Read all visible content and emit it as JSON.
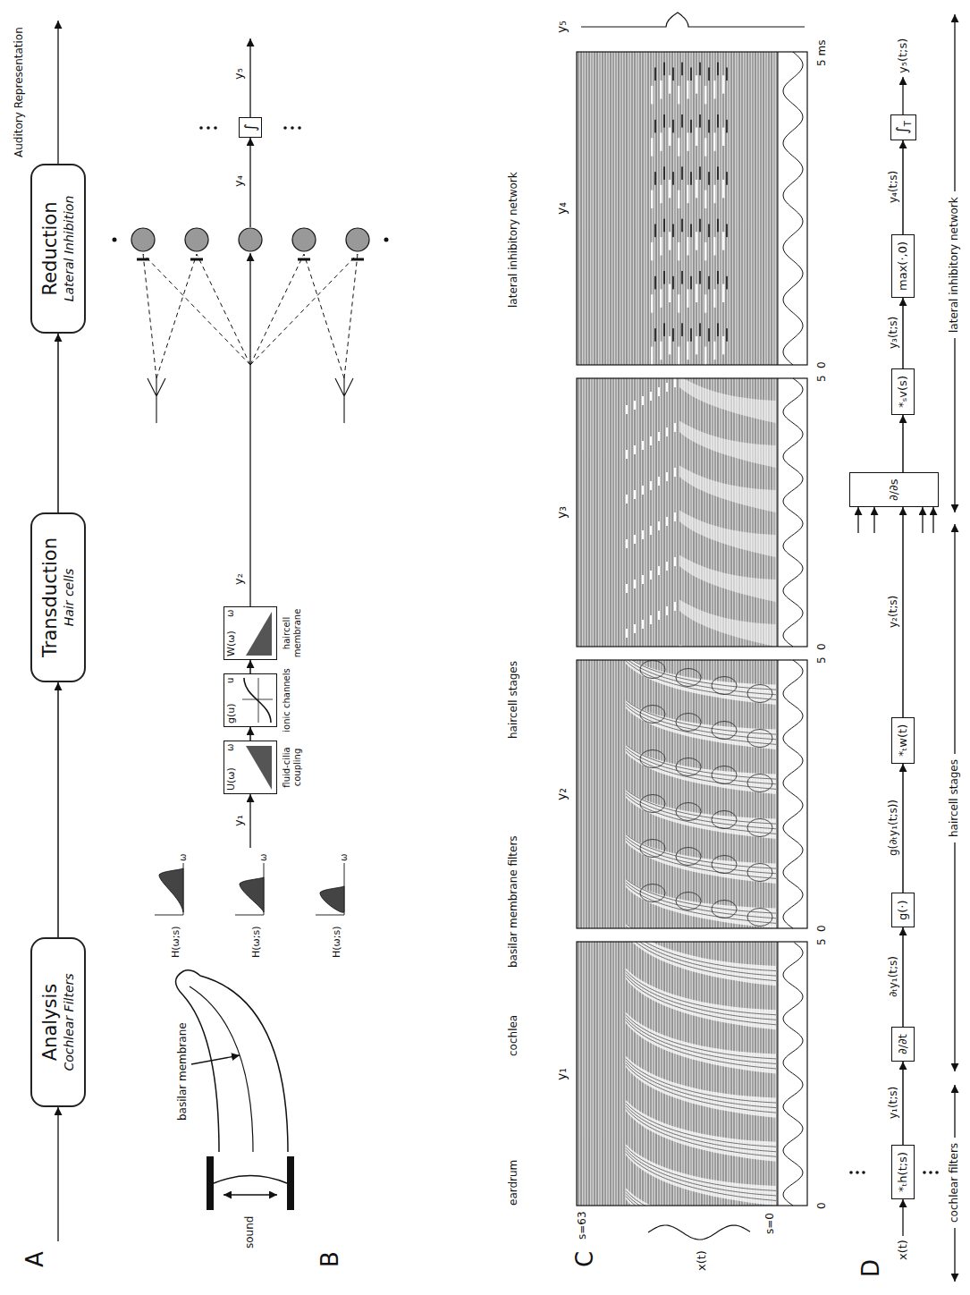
{
  "diagram": {
    "nodes": [
      {
        "text": [
          "Analysis",
          "Cochlear Filters"
        ]
      },
      {
        "text": [
          "Transduction",
          "Hair cells"
        ]
      },
      {
        "text": [
          "Reduction",
          "Lateral Inhibition"
        ]
      },
      {
        "text": [
          "U(ω)",
          "fluid-cilia coupling"
        ]
      },
      {
        "text": [
          "g(u)",
          "ionic channels"
        ]
      },
      {
        "text": [
          "W(ω)",
          "haircell membrane"
        ]
      },
      {
        "text": [
          "∫"
        ]
      },
      {
        "text": [
          "*ₜh(t;s)"
        ]
      },
      {
        "text": [
          "∂/∂t"
        ]
      },
      {
        "text": [
          "g(·)"
        ]
      },
      {
        "text": [
          "*ₜw(t)"
        ]
      },
      {
        "text": [
          "∂/∂s"
        ]
      },
      {
        "text": [
          "*ₛv(s)"
        ]
      },
      {
        "text": [
          "max(·,0)"
        ]
      },
      {
        "text": [
          "∫",
          "T"
        ]
      }
    ],
    "edges": [
      {
        "from": 0,
        "to": 1,
        "arrow": "to"
      },
      {
        "from": 1,
        "to": 2,
        "arrow": "to"
      },
      {
        "from": 3,
        "to": 4,
        "arrow": "to"
      },
      {
        "from": 4,
        "to": 5,
        "arrow": "to"
      },
      {
        "from": 7,
        "to": 8,
        "arrow": "to",
        "label": "y₁(t;s)"
      },
      {
        "from": 8,
        "to": 9,
        "arrow": "to",
        "label": "∂ₜy₁(t;s)"
      },
      {
        "from": 9,
        "to": 10,
        "arrow": "to",
        "label": "g(∂ₜy₁(t;s))"
      },
      {
        "from": 10,
        "to": 11,
        "arrow": "to",
        "label": "y₂(t;s)"
      },
      {
        "from": 11,
        "to": 12,
        "arrow": "to"
      },
      {
        "from": 12,
        "to": 13,
        "arrow": "to",
        "label": "y₃(t;s)"
      },
      {
        "from": 13,
        "to": 14,
        "arrow": "to",
        "label": "y₄(t;s)"
      }
    ],
    "labels": [
      "A",
      "B",
      "C",
      "D",
      "sound",
      "eardrum",
      "basilar membrane",
      "cochlea",
      "H(ω;s)",
      "H(ω;s)",
      "H(ω;s)",
      "ω",
      "ω",
      "ω",
      "basilar membrane filters",
      "y₁",
      "ω",
      "u",
      "ω",
      "haircell stages",
      "y₂",
      "y₄",
      "y₅",
      "Auditory Representation",
      "lateral inhibitory network",
      "s=63",
      "s=0",
      "x(t)",
      "y₁",
      "y₂",
      "y₃",
      "y₄",
      "y₅",
      "0",
      "5",
      "0",
      "5",
      "0",
      "5",
      "0",
      "5 ms",
      "x(t)",
      "y₅(t;s)",
      "cochlear filters",
      "haircell stages",
      "lateral inhibitory network"
    ]
  }
}
